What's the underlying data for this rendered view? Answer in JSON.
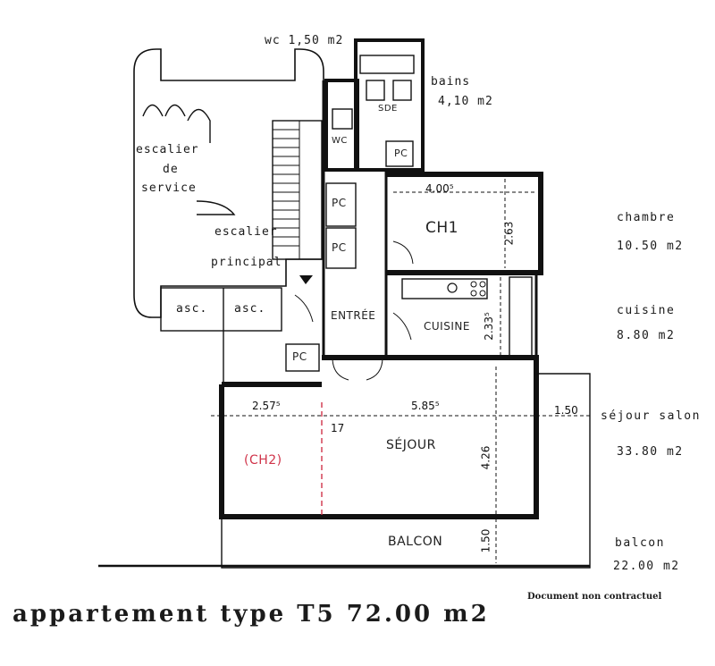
{
  "plan": {
    "rooms": {
      "wc_label": "wc 1,50 m2",
      "bains_label": "bains",
      "bains_area": "4,10 m2",
      "sde": "SDE",
      "wc_short": "WC",
      "escalier_service_1": "escalier",
      "escalier_service_2": "de",
      "escalier_service_3": "service",
      "escalier_principal_1": "escalier",
      "escalier_principal_2": "principal",
      "asc_1": "asc.",
      "asc_2": "asc.",
      "pc_1": "PC",
      "pc_2": "PC",
      "pc_3": "PC",
      "pc_4": "PC",
      "ch1": "CH1",
      "entree": "ENTRÉE",
      "cuisine": "CUISINE",
      "ch2": "(CH2)",
      "sejour": "SÉJOUR",
      "balcon": "BALCON"
    },
    "dimensions": {
      "d_400": "4.00⁵",
      "d_263": "2.63",
      "d_233": "2.33⁵",
      "d_257": "2.57⁵",
      "d_585": "5.85⁵",
      "d_17": "17",
      "d_150h": "1.50",
      "d_426": "4.26",
      "d_150v": "1.50"
    },
    "legend": {
      "chambre_name": "chambre",
      "chambre_area": "10.50 m2",
      "cuisine_name": "cuisine",
      "cuisine_area": "8.80 m2",
      "sejour_name": "séjour salon",
      "sejour_area": "33.80 m2",
      "balcon_name": "balcon",
      "balcon_area": "22.00 m2"
    }
  },
  "footer": {
    "title": "appartement   type  T5  72.00 m2",
    "disclaimer": "Document non contractuel"
  }
}
